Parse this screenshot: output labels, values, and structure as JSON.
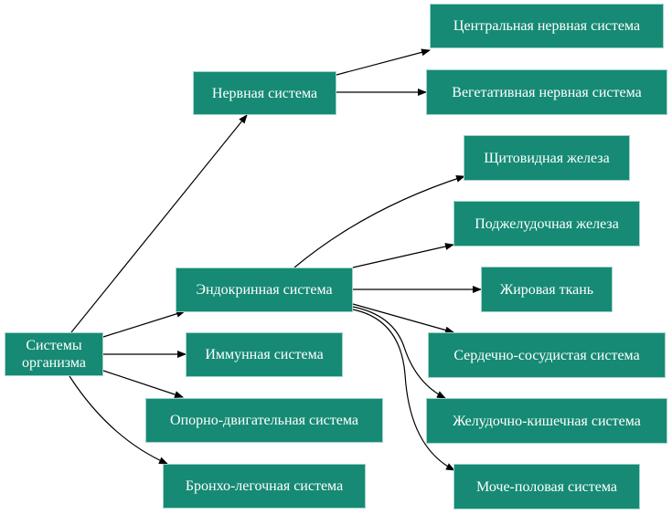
{
  "diagram": {
    "type": "tree",
    "node_color": "#168a74",
    "text_color": "#ffffff",
    "nodes": [
      {
        "id": "root",
        "label": "Системы организма"
      },
      {
        "id": "nerv",
        "label": "Нервная система"
      },
      {
        "id": "endo",
        "label": "Эндокринная система"
      },
      {
        "id": "immun",
        "label": "Иммунная система"
      },
      {
        "id": "opor",
        "label": "Опорно-двигательная система"
      },
      {
        "id": "bronh",
        "label": "Бронхо-легочная система"
      },
      {
        "id": "cns",
        "label": "Центральная нервная система"
      },
      {
        "id": "veg",
        "label": "Вегетативная нервная система"
      },
      {
        "id": "shchit",
        "label": "Щитовидная железа"
      },
      {
        "id": "podzh",
        "label": "Поджелудочная железа"
      },
      {
        "id": "zhir",
        "label": "Жировая ткань"
      },
      {
        "id": "serd",
        "label": "Сердечно-сосудистая система"
      },
      {
        "id": "zhel",
        "label": "Желудочно-кишечная система"
      },
      {
        "id": "moch",
        "label": "Моче-половая система"
      }
    ],
    "edges": [
      {
        "from": "root",
        "to": "nerv"
      },
      {
        "from": "root",
        "to": "endo"
      },
      {
        "from": "root",
        "to": "immun"
      },
      {
        "from": "root",
        "to": "opor"
      },
      {
        "from": "root",
        "to": "bronh"
      },
      {
        "from": "nerv",
        "to": "cns"
      },
      {
        "from": "nerv",
        "to": "veg"
      },
      {
        "from": "endo",
        "to": "shchit"
      },
      {
        "from": "endo",
        "to": "podzh"
      },
      {
        "from": "endo",
        "to": "zhir"
      },
      {
        "from": "endo",
        "to": "serd"
      },
      {
        "from": "endo",
        "to": "zhel"
      },
      {
        "from": "endo",
        "to": "moch"
      }
    ]
  }
}
